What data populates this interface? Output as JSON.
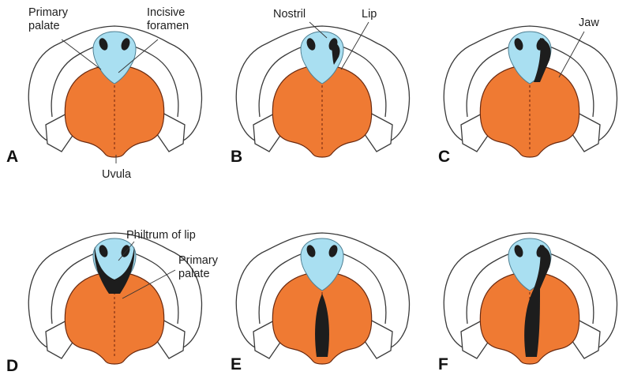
{
  "panels": [
    {
      "letter": "A",
      "variant": "normal"
    },
    {
      "letter": "B",
      "variant": "unilateral-lip"
    },
    {
      "letter": "C",
      "variant": "unilateral-lip-jaw"
    },
    {
      "letter": "D",
      "variant": "bilateral-lip-jaw"
    },
    {
      "letter": "E",
      "variant": "secondary-palate-cleft"
    },
    {
      "letter": "F",
      "variant": "unilateral-complete"
    }
  ],
  "labels": {
    "primary_palate_top": "Primary\npalate",
    "incisive_foramen": "Incisive\nforamen",
    "uvula": "Uvula",
    "nostril": "Nostril",
    "lip": "Lip",
    "jaw": "Jaw",
    "philtrum": "Philtrum of lip",
    "primary_palate_d": "Primary\npalate"
  },
  "colors": {
    "palate": "#ef7a33",
    "premaxilla": "#a9dff1",
    "cleft": "#1d1d1d",
    "outline": "#3a3a3a"
  }
}
